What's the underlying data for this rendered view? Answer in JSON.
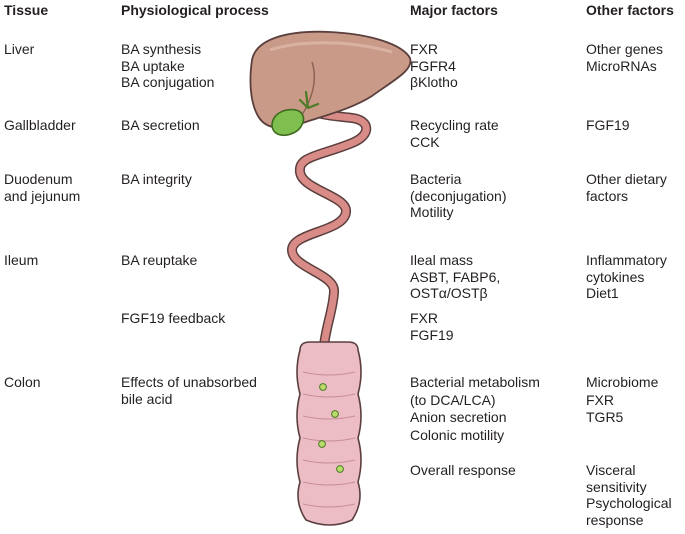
{
  "headers": {
    "tissue": "Tissue",
    "process": "Physiological process",
    "major": "Major factors",
    "other": "Other factors"
  },
  "rows": [
    {
      "tissue": [
        "Liver"
      ],
      "process": [
        "BA synthesis",
        "BA uptake",
        "BA conjugation"
      ],
      "major": [
        "FXR",
        "FGFR4",
        "βKlotho"
      ],
      "other": [
        "Other genes",
        "MicroRNAs"
      ]
    },
    {
      "tissue": [
        "Gallbladder"
      ],
      "process": [
        "BA secretion"
      ],
      "major": [
        "Recycling rate",
        "CCK"
      ],
      "other": [
        "FGF19"
      ]
    },
    {
      "tissue": [
        "Duodenum",
        "and jejunum"
      ],
      "process": [
        "BA integrity"
      ],
      "major": [
        "Bacteria",
        "(deconjugation)",
        "Motility"
      ],
      "other": [
        "Other dietary",
        "factors"
      ]
    },
    {
      "tissue": [
        "Ileum"
      ],
      "process": [
        "BA reuptake"
      ],
      "major": [
        "Ileal mass",
        "ASBT, FABP6,",
        "OSTα/OSTβ"
      ],
      "other": [
        "Inflammatory",
        "cytokines",
        "Diet1"
      ]
    },
    {
      "tissue": [],
      "process": [
        "FGF19 feedback"
      ],
      "major": [
        "FXR",
        "FGF19"
      ],
      "other": []
    },
    {
      "tissue": [
        "Colon"
      ],
      "process": [
        "Effects of unabsorbed",
        "bile acid"
      ],
      "major": [
        "Bacterial metabolism",
        "(to DCA/LCA)",
        "Anion secretion",
        "Colonic motility"
      ],
      "other": [
        "Microbiome",
        "FXR",
        "TGR5"
      ]
    },
    {
      "tissue": [],
      "process": [],
      "major": [
        "Overall response"
      ],
      "other": [
        "Visceral",
        "sensitivity",
        "Psychological",
        "response"
      ]
    }
  ],
  "illustration": {
    "organs": [
      "liver-icon",
      "gallbladder-icon",
      "small-intestine-icon",
      "colon-icon"
    ],
    "colors": {
      "liver": "#c89a87",
      "gallbladder": "#7fbf4f",
      "intestine": "#d98b87",
      "colon": "#ecbdc4",
      "bile_dots": "#b8dc6a"
    }
  }
}
